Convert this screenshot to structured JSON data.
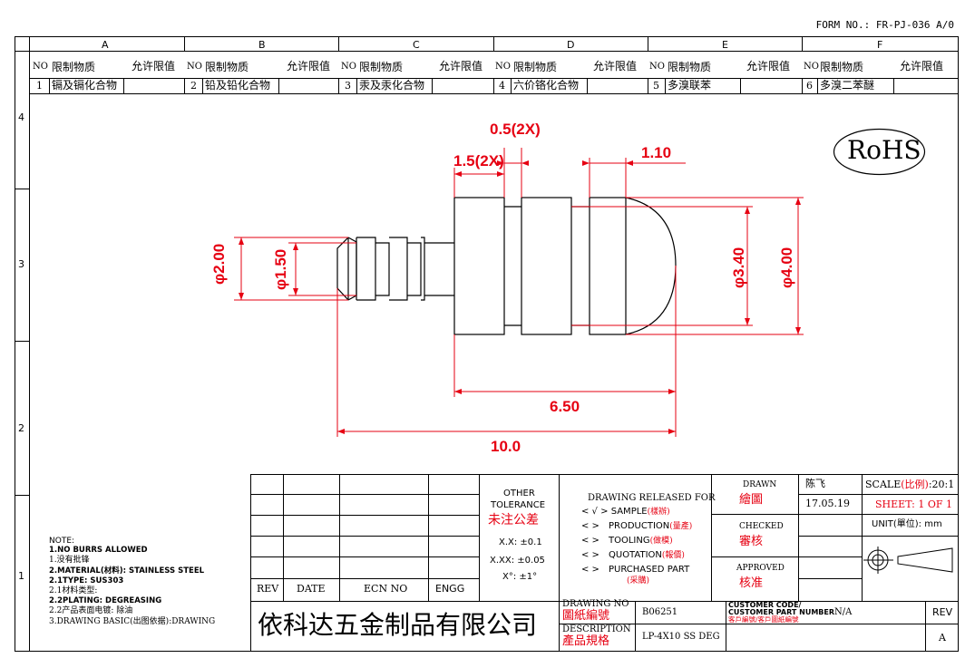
{
  "form_no": "FORM NO.: FR-PJ-036 A/0",
  "zones": {
    "columns": [
      "A",
      "B",
      "C",
      "D",
      "E",
      "F"
    ],
    "rows": [
      "4",
      "3",
      "2",
      "1"
    ]
  },
  "restricted_substances": {
    "header_no": "NO",
    "header_substance": "限制物质",
    "header_limit": "允许限值",
    "items": [
      {
        "no": "1",
        "name": "镉及镉化合物"
      },
      {
        "no": "2",
        "name": "铅及铅化合物"
      },
      {
        "no": "3",
        "name": "汞及汞化合物"
      },
      {
        "no": "4",
        "name": "六价铬化合物"
      },
      {
        "no": "5",
        "name": "多溴联苯"
      },
      {
        "no": "6",
        "name": "多溴二苯醚"
      }
    ]
  },
  "rohs_mark": "RoHS",
  "dimensions": {
    "d1": "0.5(2X)",
    "d2": "1.5(2X)",
    "d3": "1.10",
    "d4": "φ2.00",
    "d5": "φ1.50",
    "d6": "φ3.40",
    "d7": "φ4.00",
    "d8": "6.50",
    "d9": "10.0"
  },
  "notes": {
    "title": "NOTE:",
    "lines": [
      "1.NO BURRS ALLOWED",
      "1.没有批锋",
      "2.MATERIAL(材料): STAINLESS STEEL",
      "2.1TYPE: SUS303",
      "2.1材料类型:",
      "2.2PLATING: DEGREASING",
      "2.2产品表面电镀: 除油",
      "3.DRAWING BASIC(出图依据):DRAWING"
    ]
  },
  "revision_table": {
    "rev": "REV",
    "date": "DATE",
    "ecn": "ECN NO",
    "engg": "ENGG"
  },
  "company": "依科达五金制品有限公司",
  "tolerance": {
    "line1": "OTHER",
    "line2": "TOLERANCE",
    "line3": "未注公差",
    "rows": [
      "X.X: ±0.1",
      "X.XX: ±0.05",
      "X°: ±1°"
    ]
  },
  "release": {
    "title": "DRAWING RELEASED FOR",
    "items": [
      {
        "mark": "< √ >",
        "en": "SAMPLE",
        "cn": "(樣辦)"
      },
      {
        "mark": "<   >",
        "en": "PRODUCTION",
        "cn": "(量產)"
      },
      {
        "mark": "<   >",
        "en": "TOOLING",
        "cn": "(做模)"
      },
      {
        "mark": "<   >",
        "en": "QUOTATION",
        "cn": "(報價)"
      },
      {
        "mark": "<   >",
        "en": "PURCHASED PART",
        "cn": "(采購)"
      }
    ]
  },
  "approvals": {
    "drawn_en": "DRAWN",
    "drawn_cn": "繪圖",
    "drawn_by": "陈飞",
    "drawn_date": "17.05.19",
    "checked_en": "CHECKED",
    "checked_cn": "審核",
    "approved_en": "APPROVED",
    "approved_cn": "核准"
  },
  "scale": {
    "label": "SCALE",
    "label_cn": "(比例)",
    "value": ":20:1",
    "sheet": "SHEET:  1 OF 1",
    "unit": "UNIT(單位): mm"
  },
  "drawing_no": {
    "label_en": "DRAWING NO",
    "label_cn": "圖紙編號",
    "value": "B06251"
  },
  "description": {
    "label_en": "DESCRIPTION",
    "label_cn": "產品規格",
    "value": "LP-4X10 SS DEG"
  },
  "customer": {
    "line1": "CUSTOMER CODE/",
    "line2": "CUSTOMER PART NUMBER",
    "line3": "客戶編號/客戶圖紙編號",
    "value": "N/A"
  },
  "rev_block": {
    "label": "REV",
    "value": "A"
  }
}
